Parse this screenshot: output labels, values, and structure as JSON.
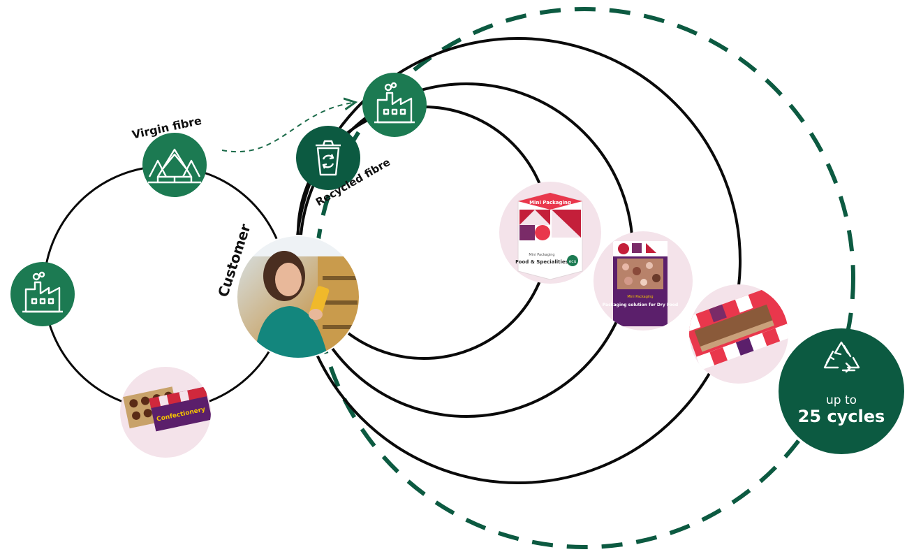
{
  "labels": {
    "virgin_fibre": "Virgin fibre",
    "recycled_fibre": "Recycled fibre",
    "customer": "Customer"
  },
  "products": {
    "confectionery_label": "Confectionery",
    "hex_top": "Mini Packaging",
    "hex_small": "Mini Packaging",
    "hex_title": "Food & Specialities",
    "hex_badge": "ecu",
    "dry_small": "Mini Packaging",
    "dry_title": "Packaging solution for Dry Food"
  },
  "badge": {
    "line1": "up to",
    "line2": "25 cycles"
  },
  "colors": {
    "accent_dark": "#0c5a41",
    "accent": "#1c7a52",
    "ring": "#0a0a0a",
    "product_bg": "#f4e3ea",
    "purple": "#5b1f6b",
    "red": "#d0283c"
  },
  "icons": {
    "tree": "trees-icon",
    "factory": "factory-icon",
    "bin": "recycle-bin-icon",
    "recycle": "recycle-icon"
  }
}
